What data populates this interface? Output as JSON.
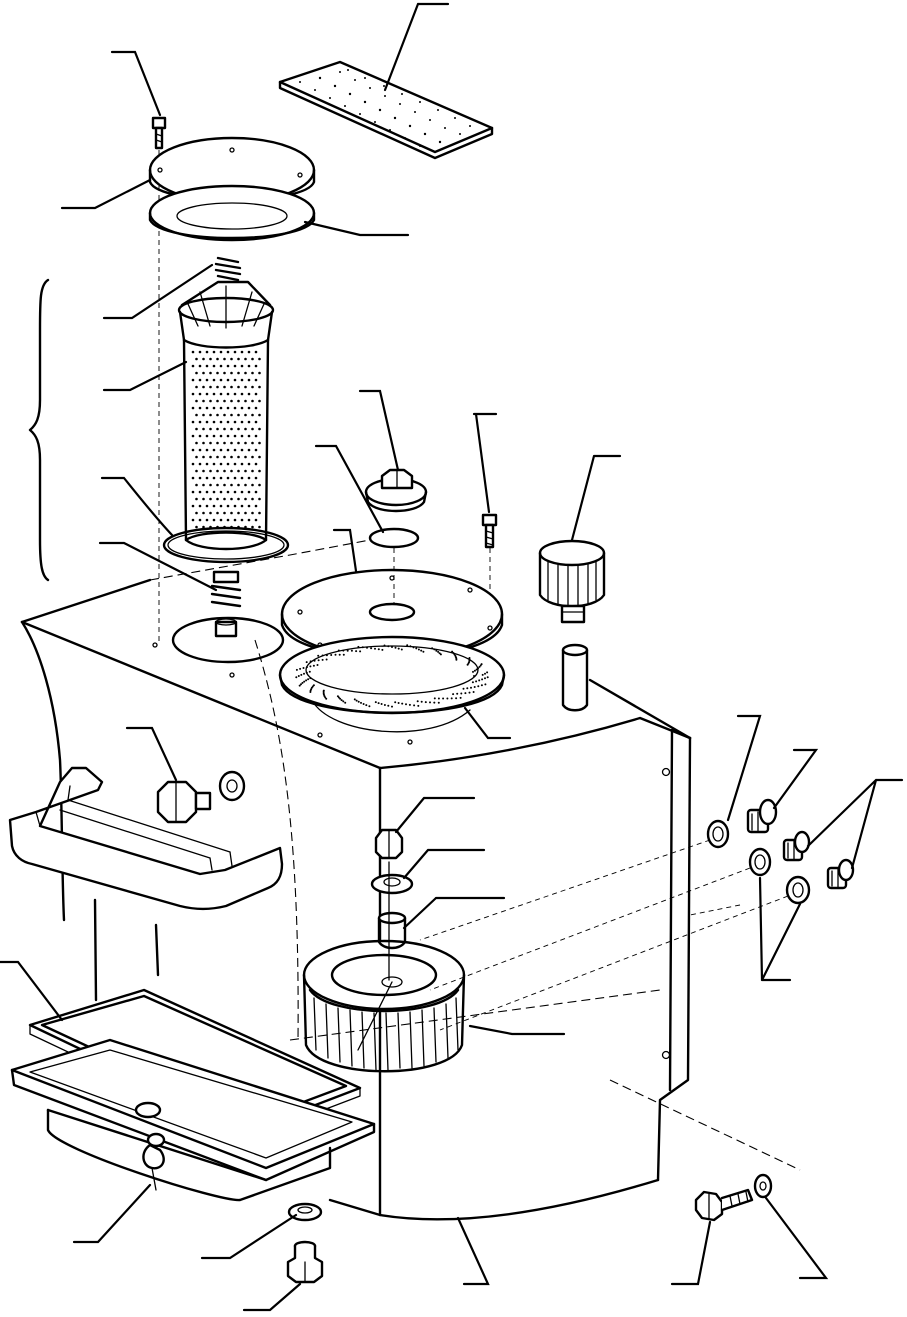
{
  "diagram": {
    "kind": "exploded-parts-view",
    "background": "#ffffff",
    "ink": "#000000",
    "text_labels": [],
    "components": [
      "cover-plate",
      "filter-pad",
      "top-bolt",
      "cover-gasket",
      "spring",
      "filter-element",
      "o-ring",
      "valve-spring",
      "valve-seat",
      "tank-body",
      "filler-cap",
      "filler-o-ring",
      "small-bolt",
      "large-flange-cover",
      "flange-gasket",
      "breather-cap",
      "breather-tube",
      "side-plug",
      "step-tray",
      "tray-gasket",
      "drain-pan",
      "drain-key",
      "suction-strainer",
      "nut",
      "washer",
      "spacer",
      "side-washers",
      "side-plugs",
      "drain-washer",
      "drain-plug",
      "bottom-bolt",
      "bottom-washer"
    ]
  }
}
